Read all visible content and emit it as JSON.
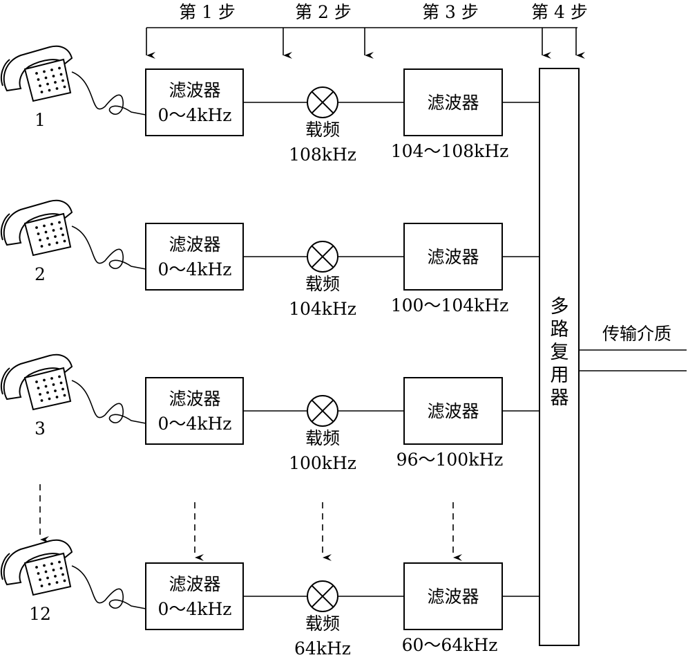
{
  "steps": [
    "第 1 步",
    "第 2 步",
    "第 3 步",
    "第 4 步"
  ],
  "channels": [
    {
      "phone_label": "1",
      "filter1_name": "滤波器",
      "filter1_band": "0～4kHz",
      "carrier_label": "载频",
      "carrier_freq": "108kHz",
      "filter2_name": "滤波器",
      "filter2_band": "104～108kHz"
    },
    {
      "phone_label": "2",
      "filter1_name": "滤波器",
      "filter1_band": "0～4kHz",
      "carrier_label": "载频",
      "carrier_freq": "104kHz",
      "filter2_name": "滤波器",
      "filter2_band": "100～104kHz"
    },
    {
      "phone_label": "3",
      "filter1_name": "滤波器",
      "filter1_band": "0～4kHz",
      "carrier_label": "载频",
      "carrier_freq": "100kHz",
      "filter2_name": "滤波器",
      "filter2_band": "96～100kHz"
    },
    {
      "phone_label": "12",
      "filter1_name": "滤波器",
      "filter1_band": "0～4kHz",
      "carrier_label": "载频",
      "carrier_freq": "64kHz",
      "filter2_name": "滤波器",
      "filter2_band": "60～64kHz"
    }
  ],
  "multiplexer": {
    "label_chars": [
      "多",
      "路",
      "复",
      "用",
      "器"
    ]
  },
  "medium": {
    "label": "传输介质"
  },
  "icons": {
    "phone": "telephone-icon",
    "mixer": "mixer-icon",
    "arrow": "arrow-down-icon"
  },
  "colors": {
    "line": "#000000",
    "background": "#ffffff"
  }
}
